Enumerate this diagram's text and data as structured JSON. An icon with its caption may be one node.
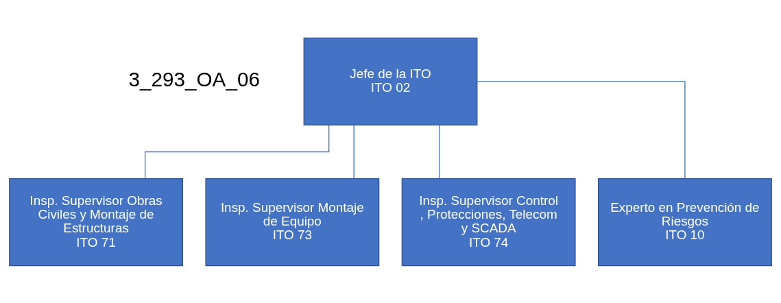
{
  "diagram": {
    "nodes": [
      {
        "text": [
          "Jefe de la ITO",
          "ITO 02"
        ]
      },
      {
        "text": [
          "Insp. Supervisor Obras Civiles y Montaje de Estructuras",
          "ITO 71"
        ]
      },
      {
        "text": [
          "Insp. Supervisor Montaje de Equipo",
          "ITO 73"
        ]
      },
      {
        "text": [
          "Insp. Supervisor Control , Protecciones, Telecom y SCADA",
          "ITO 74"
        ]
      },
      {
        "text": [
          "Experto en Prevención de Riesgos",
          "ITO 10"
        ]
      }
    ],
    "edges": [
      {
        "from": 0,
        "to": 1,
        "arrow": "none"
      },
      {
        "from": 0,
        "to": 2,
        "arrow": "none"
      },
      {
        "from": 0,
        "to": 3,
        "arrow": "none"
      },
      {
        "from": 0,
        "to": 4,
        "arrow": "none"
      }
    ],
    "labels": [
      "3_293_OA_06"
    ]
  }
}
